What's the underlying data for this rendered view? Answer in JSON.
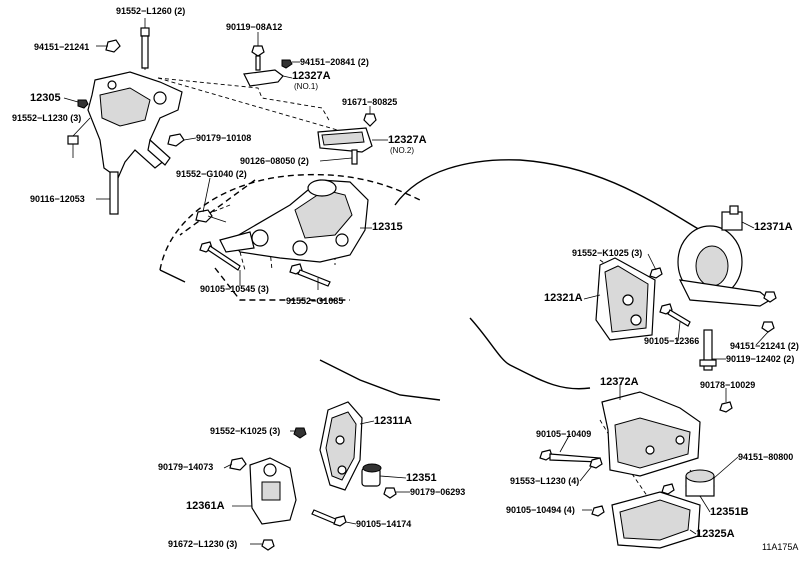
{
  "labels": {
    "p91552_L1260": "91552−L1260 (2)",
    "p90119_08A12": "90119−08A12",
    "p94151_21241_a": "94151−21241",
    "p94151_20841": "94151−20841 (2)",
    "p12327A_1": "12327A",
    "p12327A_1_sub": "(NO.1)",
    "p12305": "12305",
    "p91671_80825": "91671−80825",
    "p91552_L1230_a": "91552−L1230 (3)",
    "p90179_10108": "90179−10108",
    "p12327A_2": "12327A",
    "p12327A_2_sub": "(NO.2)",
    "p90126_08050": "90126−08050 (2)",
    "p90116_12053": "90116−12053",
    "p91552_G1040": "91552−G1040 (2)",
    "p12315": "12315",
    "p12371A": "12371A",
    "p91552_K1025_a": "91552−K1025 (3)",
    "p90105_10545": "90105−10545 (3)",
    "p91552_G1085": "91552−G1085",
    "p12321A": "12321A",
    "p90105_12366": "90105−12366",
    "p94151_21241_b": "94151−21241 (2)",
    "p90119_12402": "90119−12402 (2)",
    "p12372A": "12372A",
    "p90178_10029": "90178−10029",
    "p12311A": "12311A",
    "p91552_K1025_b": "91552−K1025 (3)",
    "p90105_10409": "90105−10409",
    "p90179_14073": "90179−14073",
    "p12351": "12351",
    "p90179_06293": "90179−06293",
    "p94151_80800": "94151−80800",
    "p91553_L1230": "91553−L1230 (4)",
    "p12361A": "12361A",
    "p90105_14174": "90105−14174",
    "p12351B": "12351B",
    "p90105_10494": "90105−10494 (4)",
    "p91672_L1230": "91672−L1230 (3)",
    "p12325A": "12325A",
    "diagram_code": "11A175A"
  }
}
